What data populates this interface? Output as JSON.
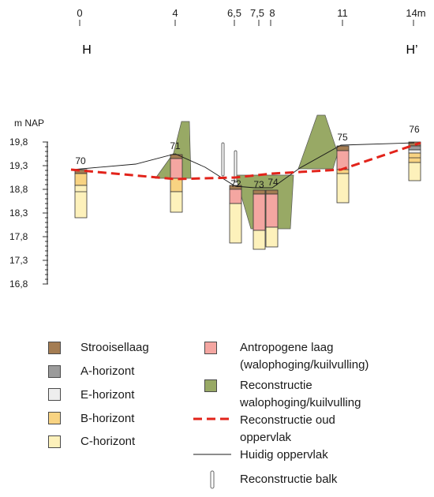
{
  "section": {
    "start_label": "H",
    "end_label": "H’",
    "distance_ticks": [
      "0",
      "4",
      "6,5",
      "7,5",
      "8",
      "11",
      "14m"
    ],
    "depth_unit": "m NAP",
    "depth_ticks": [
      "19,8",
      "19,3",
      "18,8",
      "18,3",
      "17,8",
      "17,3",
      "16,8"
    ]
  },
  "borings": [
    {
      "label": "70",
      "x": 0,
      "top": 19.2
    },
    {
      "label": "71",
      "x": 4,
      "top": 19.55
    },
    {
      "label": "72",
      "x": 6.5,
      "top": 18.85
    },
    {
      "label": "73",
      "x": 7.5,
      "top": 18.75
    },
    {
      "label": "74",
      "x": 8,
      "top": 18.75
    },
    {
      "label": "75",
      "x": 11,
      "top": 19.7
    },
    {
      "label": "76",
      "x": 14,
      "top": 19.75
    }
  ],
  "legend": {
    "items": [
      {
        "key": "strooisel",
        "label": "Strooisellaag",
        "color": "#a47c52"
      },
      {
        "key": "a",
        "label": "A-horizont",
        "color": "#9b9b9b"
      },
      {
        "key": "e",
        "label": "E-horizont",
        "color": "#eeeeee"
      },
      {
        "key": "b",
        "label": "B-horizont",
        "color": "#f8d382"
      },
      {
        "key": "c",
        "label": "C-horizont",
        "color": "#fdf1bb"
      },
      {
        "key": "antro",
        "label": "Antropogene laag",
        "label2": "(walophoging/kuilvulling)",
        "color": "#f4a6a1"
      },
      {
        "key": "recon",
        "label": "Reconstructie",
        "label2": "walophoging/kuilvulling",
        "color": "#98a965"
      },
      {
        "key": "oud",
        "label": "Reconstructie oud",
        "label2": "oppervlak",
        "color": "#e2231a"
      },
      {
        "key": "huidig",
        "label": "Huidig oppervlak",
        "color": "#000000"
      },
      {
        "key": "balk",
        "label": "Reconstructie balk",
        "color": "#777777"
      }
    ]
  }
}
